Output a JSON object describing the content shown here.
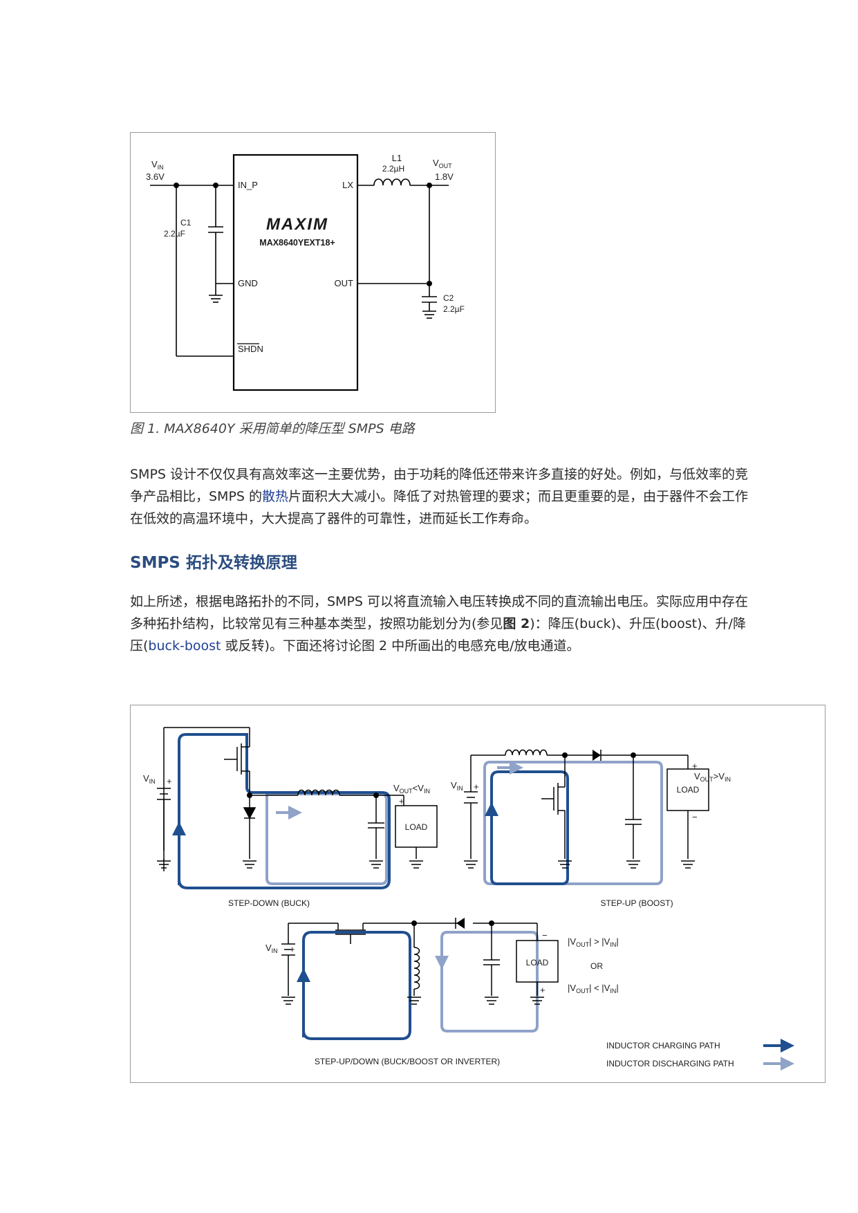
{
  "figure1": {
    "vin_label": "V",
    "vin_sub": "IN",
    "vin_value": "3.6V",
    "vout_label": "V",
    "vout_sub": "OUT",
    "vout_value": "1.8V",
    "l1_name": "L1",
    "l1_value": "2.2µH",
    "c1_name": "C1",
    "c1_value": "2.2µF",
    "c2_name": "C2",
    "c2_value": "2.2µF",
    "pin_in_p": "IN_P",
    "pin_lx": "LX",
    "pin_gnd": "GND",
    "pin_out": "OUT",
    "pin_shdn": "SHDN",
    "logo": "MAXIM",
    "part": "MAX8640YEXT18+"
  },
  "caption": "图 1. MAX8640Y 采用简单的降压型 SMPS 电路",
  "paragraph1": {
    "part1": "SMPS 设计不仅仅具有高效率这一主要优势，由于功耗的降低还带来许多直接的好处。例如，与低效率的竞争产品相比，SMPS 的",
    "link": "散热",
    "part2": "片面积大大减小。降低了对热管理的要求；而且更重要的是，由于器件不会工作在低效的高温环境中，大大提高了器件的可靠性，进而延长工作寿命。"
  },
  "heading": "SMPS 拓扑及转换原理",
  "paragraph2": {
    "part1": "如上所述，根据电路拓扑的不同，SMPS 可以将直流输入电压转换成不同的直流输出电压。实际应用中存在多种拓扑结构，比较常见有三种基本类型，按照功能划分为(参见",
    "bold": "图 2",
    "part2": ")：降压(buck)、升压(boost)、升/降压(",
    "link": "buck-boost",
    "part3": " 或反转)。下面还将讨论图 2 中所画出的电感充电/放电通道。"
  },
  "figure2": {
    "buck_title": "STEP-DOWN (BUCK)",
    "boost_title": "STEP-UP (BOOST)",
    "buckboost_title": "STEP-UP/DOWN (BUCK/BOOST OR INVERTER)",
    "load": "LOAD",
    "vin": "V",
    "vin_sub": "IN",
    "vout": "V",
    "vout_sub": "OUT",
    "plus": "+",
    "minus": "−",
    "lt": "<",
    "gt": ">",
    "or": "OR",
    "legend_charging": "INDUCTOR CHARGING PATH",
    "legend_discharging": "INDUCTOR DISCHARGING PATH",
    "colors": {
      "charging": "#1f4f8f",
      "discharging": "#8fa2c8"
    }
  }
}
